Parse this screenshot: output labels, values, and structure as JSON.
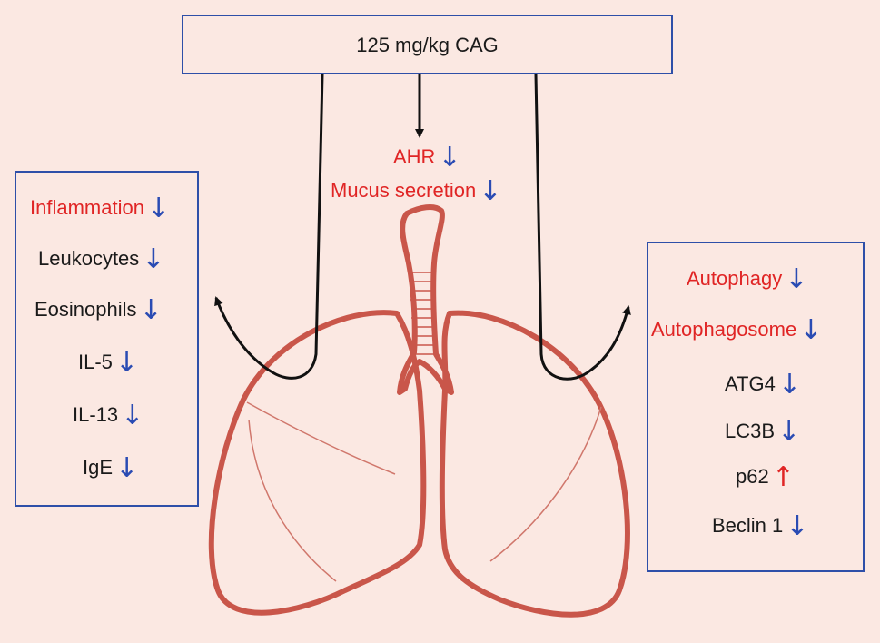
{
  "treatment": {
    "label": "125 mg/kg CAG"
  },
  "center_effects": [
    {
      "text": "AHR",
      "direction": "down"
    },
    {
      "text": "Mucus secretion",
      "direction": "down"
    }
  ],
  "left_panel": {
    "items": [
      {
        "text": "Inflammation",
        "direction": "down",
        "highlight": true
      },
      {
        "text": "Leukocytes",
        "direction": "down",
        "highlight": false
      },
      {
        "text": "Eosinophils",
        "direction": "down",
        "highlight": false
      },
      {
        "text": "IL-5",
        "direction": "down",
        "highlight": false
      },
      {
        "text": "IL-13",
        "direction": "down",
        "highlight": false
      },
      {
        "text": "IgE",
        "direction": "down",
        "highlight": false
      }
    ]
  },
  "right_panel": {
    "items": [
      {
        "text": "Autophagy",
        "direction": "down",
        "highlight": true
      },
      {
        "text": "Autophagosome",
        "direction": "down",
        "highlight": true
      },
      {
        "text": "ATG4",
        "direction": "down",
        "highlight": false
      },
      {
        "text": "LC3B",
        "direction": "down",
        "highlight": false
      },
      {
        "text": "p62",
        "direction": "up",
        "highlight": false
      },
      {
        "text": "Beclin 1",
        "direction": "down",
        "highlight": false
      }
    ]
  },
  "arrows": {
    "down_glyph": "↓",
    "up_glyph": "↑"
  },
  "colors": {
    "background": "#fbe8e2",
    "box_border": "#2e4fa8",
    "highlight_text": "#e02525",
    "down_arrow": "#2a4bb3",
    "up_arrow": "#e02525",
    "lung_outline": "#c9564a"
  }
}
